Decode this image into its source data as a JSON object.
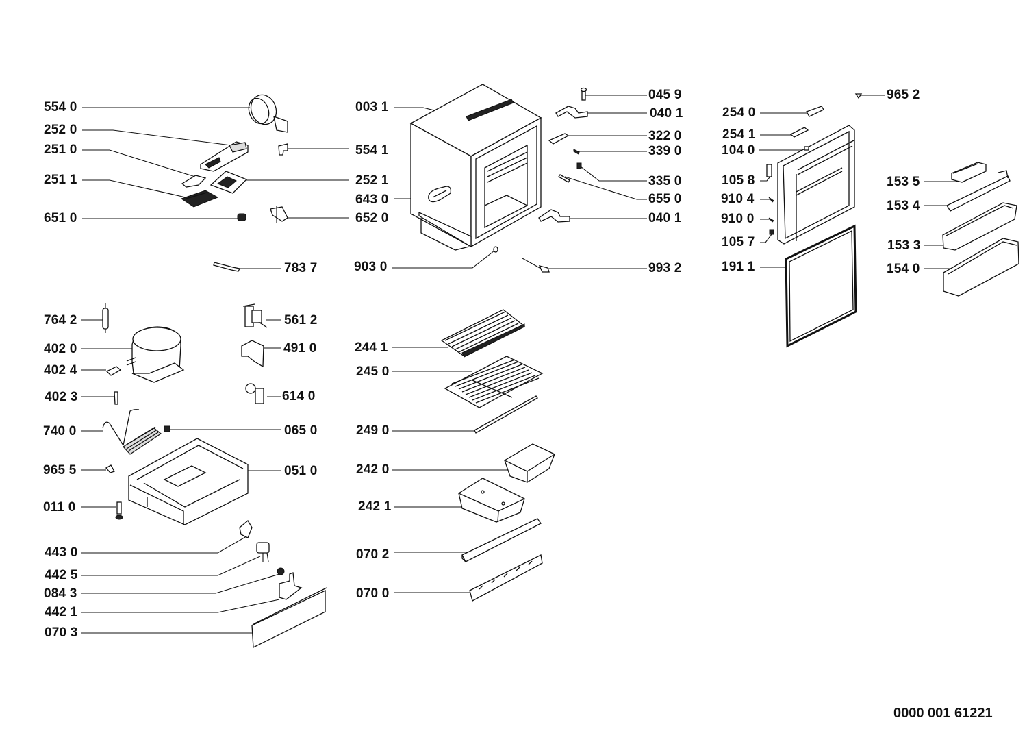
{
  "diagram": {
    "type": "exploded-parts-view",
    "subject": "built-in refrigerator",
    "document_number": "0000 001 61221",
    "labels": [
      {
        "id": "554_0",
        "text": "554 0",
        "part": "thermostat-knob-housing"
      },
      {
        "id": "252_0",
        "text": "252 0",
        "part": "lamp-housing"
      },
      {
        "id": "251_0",
        "text": "251 0",
        "part": "lamp-cover"
      },
      {
        "id": "251_1",
        "text": "251 1",
        "part": "lamp-grille"
      },
      {
        "id": "651_0",
        "text": "651 0",
        "part": "bulb"
      },
      {
        "id": "783_7",
        "text": "783 7",
        "part": "sensor-probe"
      },
      {
        "id": "554_1",
        "text": "554 1",
        "part": "clip"
      },
      {
        "id": "252_1",
        "text": "252 1",
        "part": "lamp-base"
      },
      {
        "id": "652_0",
        "text": "652 0",
        "part": "lamp-holder"
      },
      {
        "id": "003_1",
        "text": "003 1",
        "part": "top-rail"
      },
      {
        "id": "643_0",
        "text": "643 0",
        "part": "side-handle"
      },
      {
        "id": "903_0",
        "text": "903 0",
        "part": "drain-plug"
      },
      {
        "id": "045_9",
        "text": "045 9",
        "part": "hinge-pin"
      },
      {
        "id": "040_1a",
        "text": "040 1",
        "part": "upper-hinge"
      },
      {
        "id": "322_0",
        "text": "322 0",
        "part": "bracket"
      },
      {
        "id": "339_0",
        "text": "339 0",
        "part": "screw"
      },
      {
        "id": "335_0",
        "text": "335 0",
        "part": "spacer"
      },
      {
        "id": "655_0",
        "text": "655 0",
        "part": "drain-tube"
      },
      {
        "id": "040_1b",
        "text": "040 1",
        "part": "lower-hinge"
      },
      {
        "id": "993_2",
        "text": "993 2",
        "part": "cable-tie"
      },
      {
        "id": "965_2",
        "text": "965 2",
        "part": "cap"
      },
      {
        "id": "254_0",
        "text": "254 0",
        "part": "door-handle"
      },
      {
        "id": "254_1",
        "text": "254 1",
        "part": "handle-bracket"
      },
      {
        "id": "104_0",
        "text": "104 0",
        "part": "door"
      },
      {
        "id": "105_8",
        "text": "105 8",
        "part": "door-stop"
      },
      {
        "id": "910_4",
        "text": "910 4",
        "part": "screw"
      },
      {
        "id": "910_0",
        "text": "910 0",
        "part": "screw"
      },
      {
        "id": "105_7",
        "text": "105 7",
        "part": "bushing"
      },
      {
        "id": "191_1",
        "text": "191 1",
        "part": "door-gasket"
      },
      {
        "id": "153_5",
        "text": "153 5",
        "part": "egg-tray"
      },
      {
        "id": "153_4",
        "text": "153 4",
        "part": "bottle-retainer"
      },
      {
        "id": "153_3",
        "text": "153 3",
        "part": "door-shelf"
      },
      {
        "id": "154_0",
        "text": "154 0",
        "part": "bottle-shelf"
      },
      {
        "id": "764_2",
        "text": "764 2",
        "part": "filter-drier"
      },
      {
        "id": "402_0",
        "text": "402 0",
        "part": "compressor"
      },
      {
        "id": "402_4",
        "text": "402 4",
        "part": "compressor-clip"
      },
      {
        "id": "402_3",
        "text": "402 3",
        "part": "mounting-pin"
      },
      {
        "id": "740_0",
        "text": "740 0",
        "part": "condenser"
      },
      {
        "id": "965_5",
        "text": "965 5",
        "part": "grommet"
      },
      {
        "id": "011_0",
        "text": "011 0",
        "part": "adjustable-foot"
      },
      {
        "id": "561_2",
        "text": "561 2",
        "part": "relay"
      },
      {
        "id": "491_0",
        "text": "491 0",
        "part": "relay-cover"
      },
      {
        "id": "614_0",
        "text": "614 0",
        "part": "overload-protector"
      },
      {
        "id": "065_0",
        "text": "065 0",
        "part": "clip"
      },
      {
        "id": "051_0",
        "text": "051 0",
        "part": "base-tray"
      },
      {
        "id": "443_0",
        "text": "443 0",
        "part": "fan-blade"
      },
      {
        "id": "442_5",
        "text": "442 5",
        "part": "fan-motor"
      },
      {
        "id": "084_3",
        "text": "084 3",
        "part": "grommet"
      },
      {
        "id": "442_1",
        "text": "442 1",
        "part": "motor-bracket"
      },
      {
        "id": "070_3",
        "text": "070 3",
        "part": "kick-plate"
      },
      {
        "id": "244_1",
        "text": "244 1",
        "part": "glass-shelf"
      },
      {
        "id": "245_0",
        "text": "245 0",
        "part": "wire-shelf"
      },
      {
        "id": "249_0",
        "text": "249 0",
        "part": "shelf-trim"
      },
      {
        "id": "242_0",
        "text": "242 0",
        "part": "small-crisper"
      },
      {
        "id": "242_1",
        "text": "242 1",
        "part": "crisper-drawer"
      },
      {
        "id": "070_2",
        "text": "070 2",
        "part": "ventilation-grille"
      },
      {
        "id": "070_0",
        "text": "070 0",
        "part": "ventilation-strip"
      }
    ]
  }
}
